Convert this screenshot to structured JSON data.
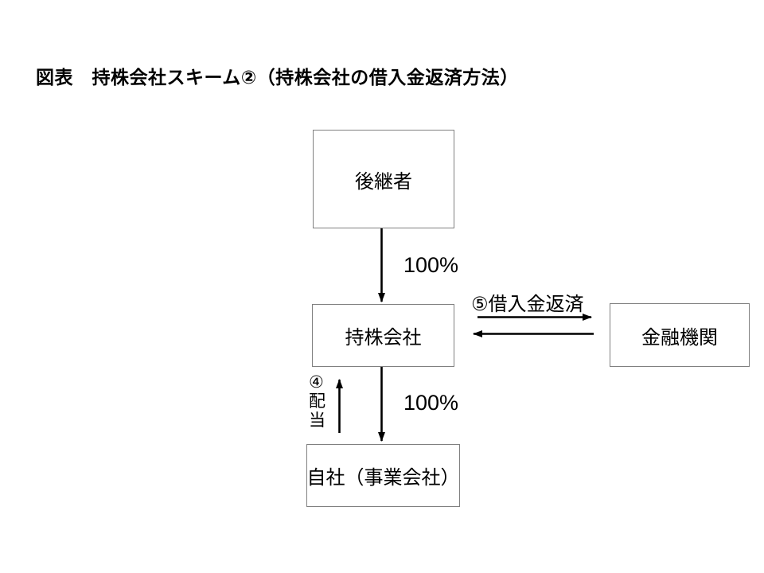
{
  "title": "図表　持株会社スキーム②（持株会社の借入金返済方法）",
  "nodes": {
    "successor": {
      "label": "後継者"
    },
    "holding": {
      "label": "持株会社"
    },
    "bank": {
      "label": "金融機関"
    },
    "operating": {
      "label": "自社（事業会社）"
    }
  },
  "edges": {
    "ownership_successor_to_holding": {
      "label": "100%"
    },
    "ownership_holding_to_operating": {
      "label": "100%"
    },
    "loan_repayment": {
      "label": "⑤借入金返済"
    },
    "dividend": {
      "label": "④配当"
    }
  },
  "colors": {
    "background": "#ffffff",
    "box_border": "#808080",
    "arrow": "#000000",
    "text": "#000000"
  }
}
